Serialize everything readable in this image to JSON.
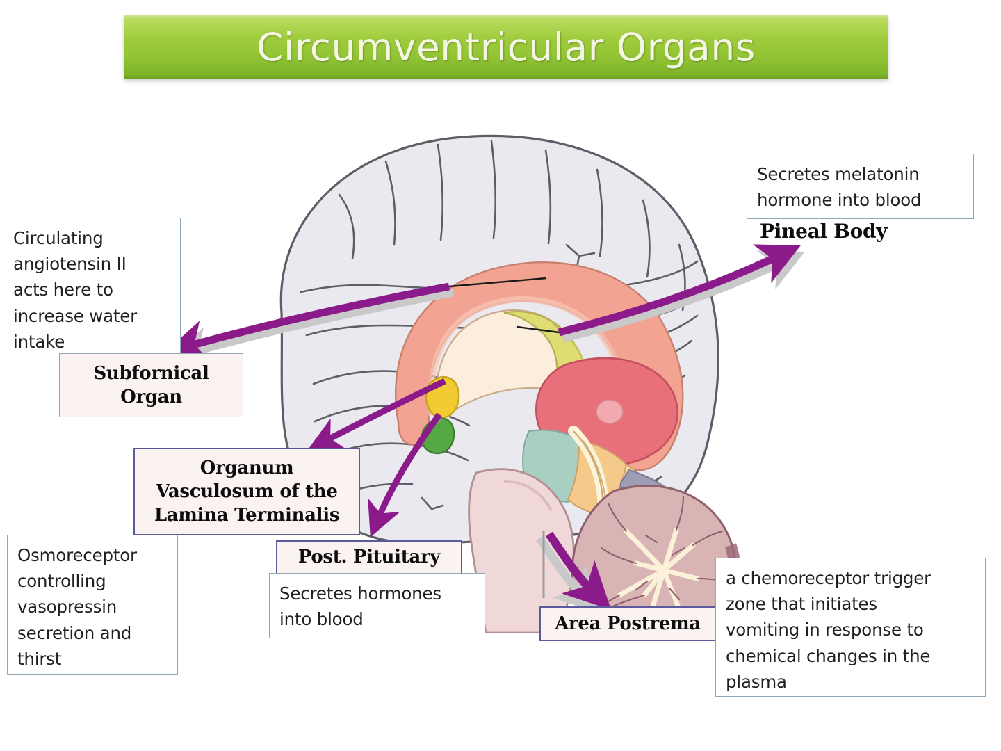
{
  "page": {
    "title": "Circumventricular Organs",
    "background_color": "#ffffff"
  },
  "colors": {
    "banner_green": "#9ecb3c",
    "banner_green_dark": "#6f9f22",
    "banner_text": "#f3f7e2",
    "arrow_purple": "#8b1a8b",
    "arrow_shadow": "#c9c9c9",
    "desc_box_border": "#8fa8b8",
    "label_box_border": "#5a5a9c",
    "label_box_fill": "#fbf2f2",
    "cortex_fill": "#e9e9ef",
    "cortex_outline": "#5d5d66",
    "corpus_callosum": "#f2a391",
    "thalamus": "#e8707a",
    "fornix_yellow": "#ddd66b",
    "cerebellum": "#d8b4b4",
    "cerebellum_edge": "#8e5f6d",
    "brainstem": "#f0d8d8",
    "midbrain_orange": "#f5c98a",
    "pons_teal": "#a8cfc2",
    "ant_pituitary_yellow": "#f2cb33",
    "post_pituitary_green": "#55a843"
  },
  "annotations": [
    {
      "id": "subfornical-description",
      "kind": "description",
      "text": "Circulating angiotensin II acts here to increase water intake",
      "lines": [
        "Circulating",
        "angiotensin II",
        "acts here to",
        "increase water",
        "intake"
      ]
    },
    {
      "id": "subfornical-label",
      "kind": "organ-label",
      "text": "Subfornical Organ",
      "lines": [
        "Subfornical",
        "Organ"
      ]
    },
    {
      "id": "pineal-description",
      "kind": "description",
      "text": "Secretes melatonin hormone into blood",
      "lines": [
        "Secretes melatonin",
        "hormone into blood"
      ]
    },
    {
      "id": "pineal-label",
      "kind": "organ-label",
      "text": "Pineal Body",
      "lines": [
        "Pineal Body"
      ]
    },
    {
      "id": "ovlt-label",
      "kind": "organ-label",
      "text": "Organum Vasculosum of the Lamina Terminalis",
      "lines": [
        "Organum",
        "Vasculosum of the",
        "Lamina Terminalis"
      ]
    },
    {
      "id": "osmoreceptor-description",
      "kind": "description",
      "text": "Osmoreceptor controlling vasopressin secretion and thirst",
      "lines": [
        "Osmoreceptor",
        "controlling",
        "vasopressin",
        "secretion and",
        "thirst"
      ]
    },
    {
      "id": "post-pituitary-label",
      "kind": "organ-label",
      "text": "Post. Pituitary",
      "lines": [
        "Post. Pituitary"
      ]
    },
    {
      "id": "post-pituitary-description",
      "kind": "description",
      "text": "Secretes hormones into blood",
      "lines": [
        "Secretes hormones",
        "into blood"
      ]
    },
    {
      "id": "area-postrema-label",
      "kind": "organ-label",
      "text": "Area Postrema",
      "lines": [
        "Area Postrema"
      ]
    },
    {
      "id": "area-postrema-description",
      "kind": "description",
      "text": "a chemoreceptor trigger zone that initiates vomiting in response to chemical changes in the plasma",
      "lines": [
        "a chemoreceptor trigger",
        "zone that initiates",
        "vomiting in response to",
        "chemical changes in the",
        "plasma"
      ]
    }
  ],
  "boxes": {
    "subfornical_description": {
      "line1": "Circulating",
      "line2": "angiotensin II",
      "line3": "acts here to",
      "line4": "increase water",
      "line5": "intake"
    },
    "subfornical_label": {
      "line1": "Subfornical",
      "line2": "Organ"
    },
    "pineal_description": {
      "line1": "Secretes melatonin",
      "line2": "hormone into blood"
    },
    "pineal_label": {
      "line1": "Pineal Body"
    },
    "ovlt_label": {
      "line1": "Organum",
      "line2": "Vasculosum of the",
      "line3": "Lamina Terminalis"
    },
    "osmoreceptor_description": {
      "line1": "Osmoreceptor",
      "line2": "controlling",
      "line3": "vasopressin",
      "line4": "secretion and",
      "line5": "thirst"
    },
    "post_pituitary_label": {
      "line1": "Post. Pituitary"
    },
    "post_pituitary_description": {
      "line1": "Secretes hormones",
      "line2": "into blood"
    },
    "area_postrema_label": {
      "line1": "Area Postrema"
    },
    "area_postrema_description": {
      "line1": "a chemoreceptor trigger",
      "line2": "zone that initiates",
      "line3": "vomiting in response to",
      "line4": "chemical changes in the",
      "line5": "plasma"
    }
  },
  "arrows": [
    {
      "id": "arrow-to-subfornical",
      "from": "thalamus / septal region",
      "to": "subfornical-label",
      "direction": "left"
    },
    {
      "id": "arrow-to-pineal",
      "from": "pineal recess",
      "to": "pineal-label",
      "direction": "up-right"
    },
    {
      "id": "arrow-to-ovlt",
      "from": "lamina terminalis",
      "to": "ovlt-label",
      "direction": "down-left"
    },
    {
      "id": "arrow-to-post-pituitary",
      "from": "posterior pituitary",
      "to": "post-pituitary-label",
      "direction": "down"
    },
    {
      "id": "arrow-to-area-postrema",
      "from": "medulla / fourth ventricle floor",
      "to": "area-postrema-label",
      "direction": "down-right"
    }
  ]
}
